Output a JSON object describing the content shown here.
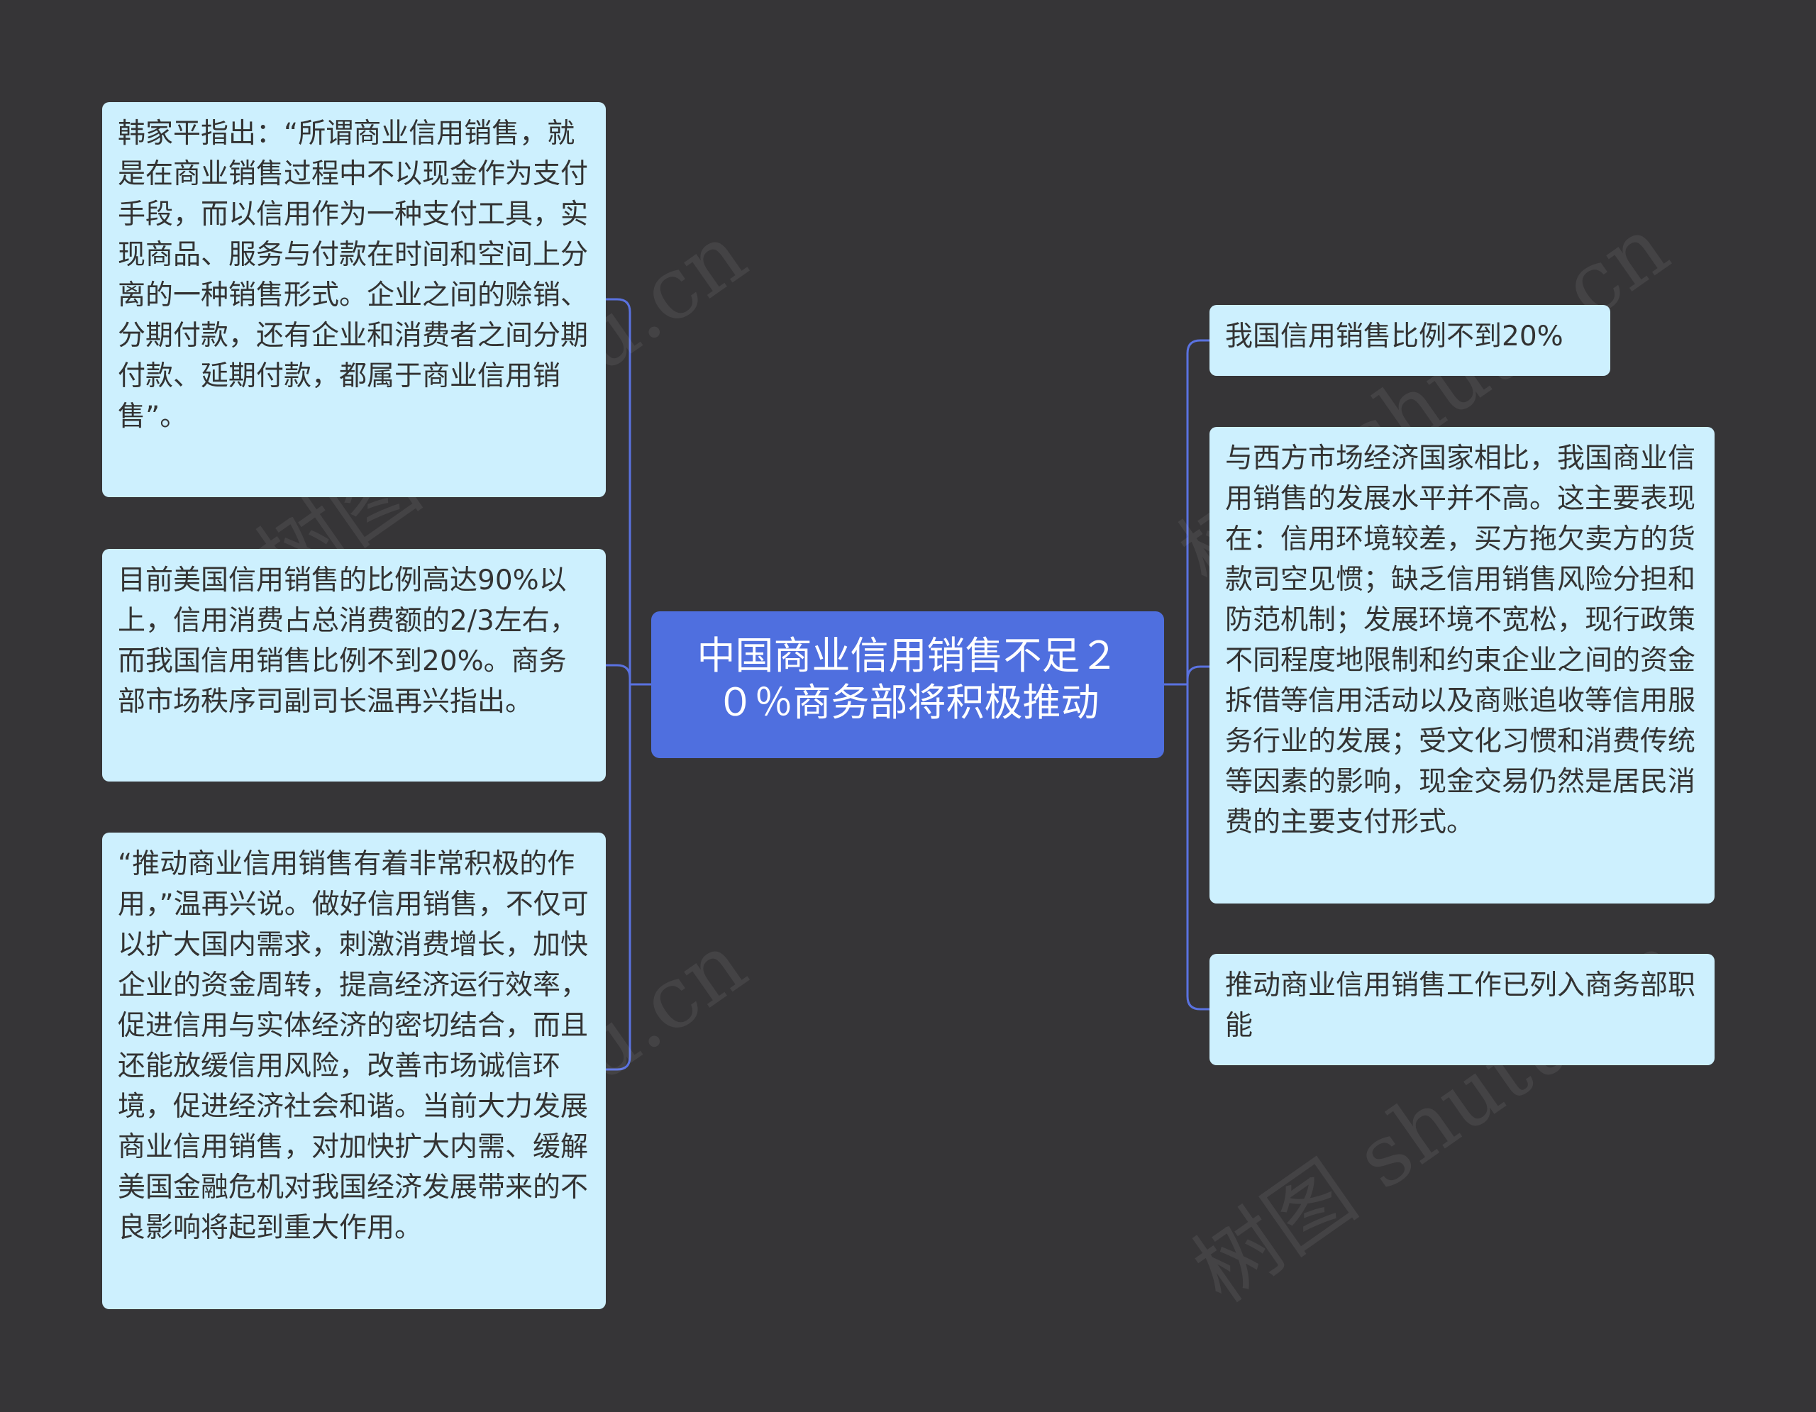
{
  "root": {
    "title": "中国商业信用销售不足２０％商务部将积极推动"
  },
  "left_nodes": [
    {
      "text": "韩家平指出：“所谓商业信用销售，就是在商业销售过程中不以现金作为支付手段，而以信用作为一种支付工具，实现商品、服务与付款在时间和空间上分离的一种销售形式。企业之间的赊销、分期付款，还有企业和消费者之间分期付款、延期付款，都属于商业信用销售”。"
    },
    {
      "text": "目前美国信用销售的比例高达90%以上，信用消费占总消费额的2/3左右，而我国信用销售比例不到20%。商务部市场秩序司副司长温再兴指出。"
    },
    {
      "text": "“推动商业信用销售有着非常积极的作用，”温再兴说。做好信用销售，不仅可以扩大国内需求，刺激消费增长，加快企业的资金周转，提高经济运行效率，促进信用与实体经济的密切结合，而且还能放缓信用风险，改善市场诚信环境，促进经济社会和谐。当前大力发展商业信用销售，对加快扩大内需、缓解美国金融危机对我国经济发展带来的不良影响将起到重大作用。"
    }
  ],
  "right_nodes": [
    {
      "text": "我国信用销售比例不到20%"
    },
    {
      "text": "与西方市场经济国家相比，我国商业信用销售的发展水平并不高。这主要表现在：信用环境较差，买方拖欠卖方的货款司空见惯；缺乏信用销售风险分担和防范机制；发展环境不宽松，现行政策不同程度地限制和约束企业之间的资金拆借等信用活动以及商账追收等信用服务行业的发展；受文化习惯和消费传统等因素的影响，现金交易仍然是居民消费的主要支付形式。"
    },
    {
      "text": "推动商业信用销售工作已列入商务部职能"
    }
  ],
  "watermarks": [
    "树图 shutu.cn",
    "树图 shutu.cn",
    "树图 shutu.cn",
    "树图 shutu.cn"
  ],
  "colors": {
    "background": "#363537",
    "root_fill": "#4f6fdf",
    "node_fill": "#cdf0fe",
    "connector": "#5a72e0"
  }
}
